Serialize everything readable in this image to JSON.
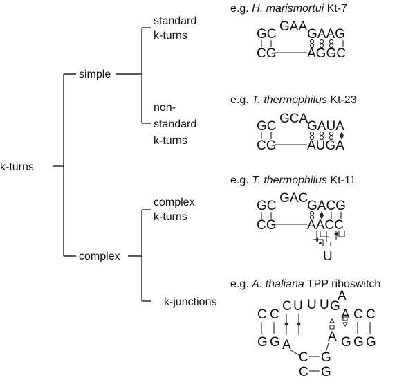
{
  "tree": {
    "root": "k-turns",
    "branch_simple": "simple",
    "branch_complex": "complex",
    "leaf_standard": [
      "standard",
      "k-turns"
    ],
    "leaf_nonstandard": [
      "non-",
      "standard",
      "k-turns"
    ],
    "leaf_complex": [
      "complex",
      "k-turns"
    ],
    "leaf_kjunctions": "k-junctions"
  },
  "examples": [
    {
      "prefix": "e.g.",
      "organism": "H. marismortui",
      "suffix": "Kt-7",
      "top": [
        "GC",
        "GAA",
        "GAAG"
      ],
      "bottom": [
        "CG",
        "AGGC"
      ]
    },
    {
      "prefix": "e.g.",
      "organism": "T. thermophilus",
      "suffix": "Kt-23",
      "top": [
        "GC",
        "GCA",
        "GAUA"
      ],
      "bottom": [
        "CG",
        "AUGA"
      ]
    },
    {
      "prefix": "e.g.",
      "organism": "T. thermophilus",
      "suffix": "Kt-11",
      "top": [
        "GC",
        "GAC",
        "GACG"
      ],
      "bottom": [
        "CG",
        "AACC"
      ],
      "loop": "U"
    },
    {
      "prefix": "e.g.",
      "organism": "A. thaliana",
      "suffix": "TPP riboswitch",
      "top_left": [
        "C",
        "C"
      ],
      "top_mid": [
        "C",
        "U",
        "U",
        "U"
      ],
      "top_right": [
        "G",
        "A",
        "C",
        "C"
      ],
      "top_extra": "A",
      "bottom_left": [
        "G",
        "G",
        "A"
      ],
      "bottom_right": [
        "A",
        "G",
        "G",
        "G"
      ],
      "stem": [
        [
          "C",
          "G"
        ],
        [
          "C",
          "G"
        ]
      ]
    }
  ]
}
